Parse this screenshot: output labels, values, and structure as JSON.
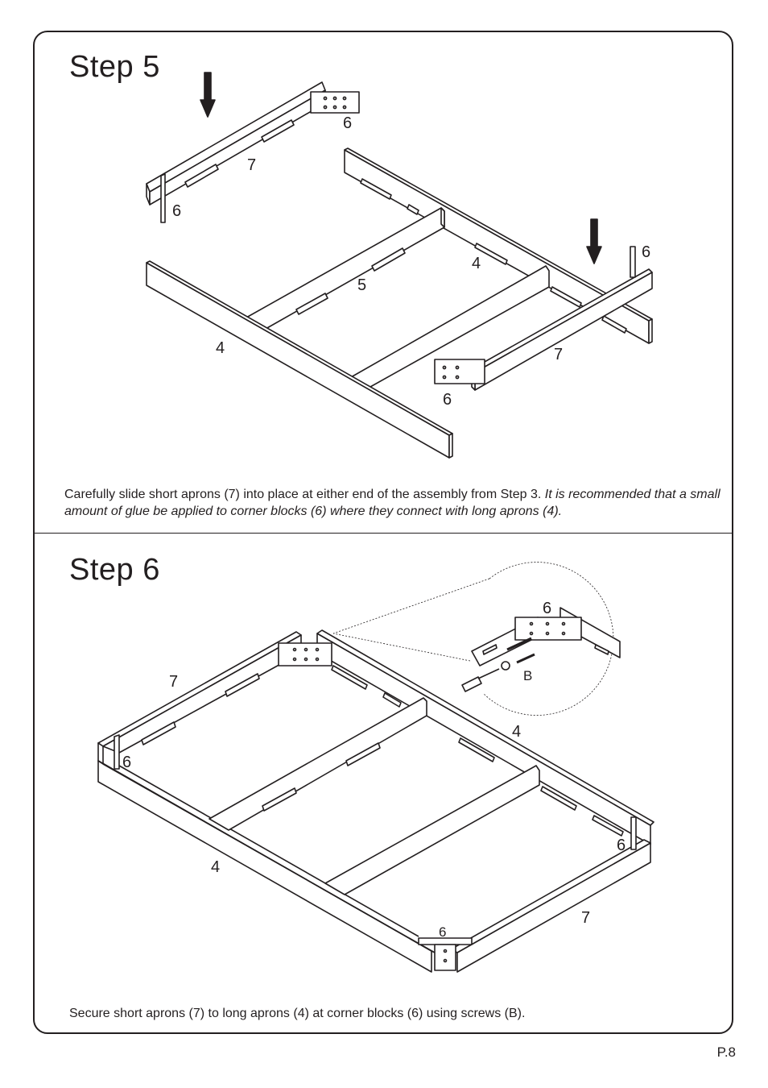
{
  "page": {
    "number": "P.8"
  },
  "step5": {
    "title": "Step  5",
    "instruction_plain": "Carefully slide short aprons (7) into place at either end of the assembly from Step 3. ",
    "instruction_italic": "It is recommended that a small amount of glue be applied to corner blocks (6) where they connect with long aprons (4).",
    "labels": {
      "block_top": "6",
      "apron_top": "7",
      "block_left": "6",
      "apron_long_right": "4",
      "apron_center": "5",
      "apron_long_left": "4",
      "block_right": "6",
      "apron_bottom": "7",
      "block_bottom": "6"
    }
  },
  "step6": {
    "title": "Step  6",
    "instruction": "Secure short aprons (7) to long aprons (4) at corner blocks (6) using screws (B).",
    "labels": {
      "detail_block": "6",
      "detail_screw": "B",
      "apron_top": "7",
      "block_left": "6",
      "apron_right": "4",
      "apron_left": "4",
      "block_right": "6",
      "apron_bottom": "7",
      "block_bottom": "6"
    }
  }
}
